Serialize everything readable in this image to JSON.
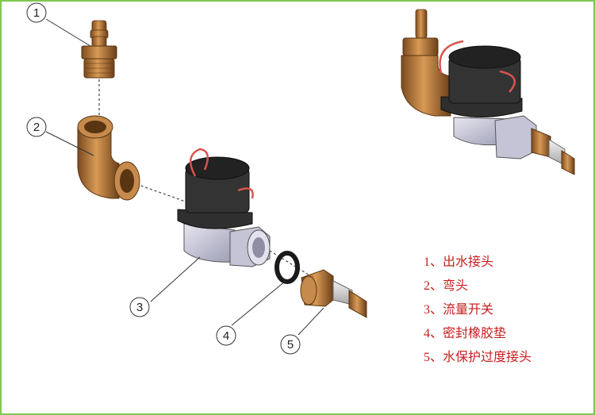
{
  "callouts": [
    "1",
    "2",
    "3",
    "4",
    "5"
  ],
  "legend": [
    "1、出水接头",
    "2、弯头",
    "3、流量开关",
    "4、密封橡胶垫",
    "5、水保护过度接头"
  ],
  "colors": {
    "frame": "#7ec850",
    "brass": "#b8793a",
    "brass_dark": "#7a4a1e",
    "body": "#c9c8d8",
    "cap": "#2a2a2a",
    "wire": "#d9534f",
    "legend_text": "#c81e1e"
  }
}
